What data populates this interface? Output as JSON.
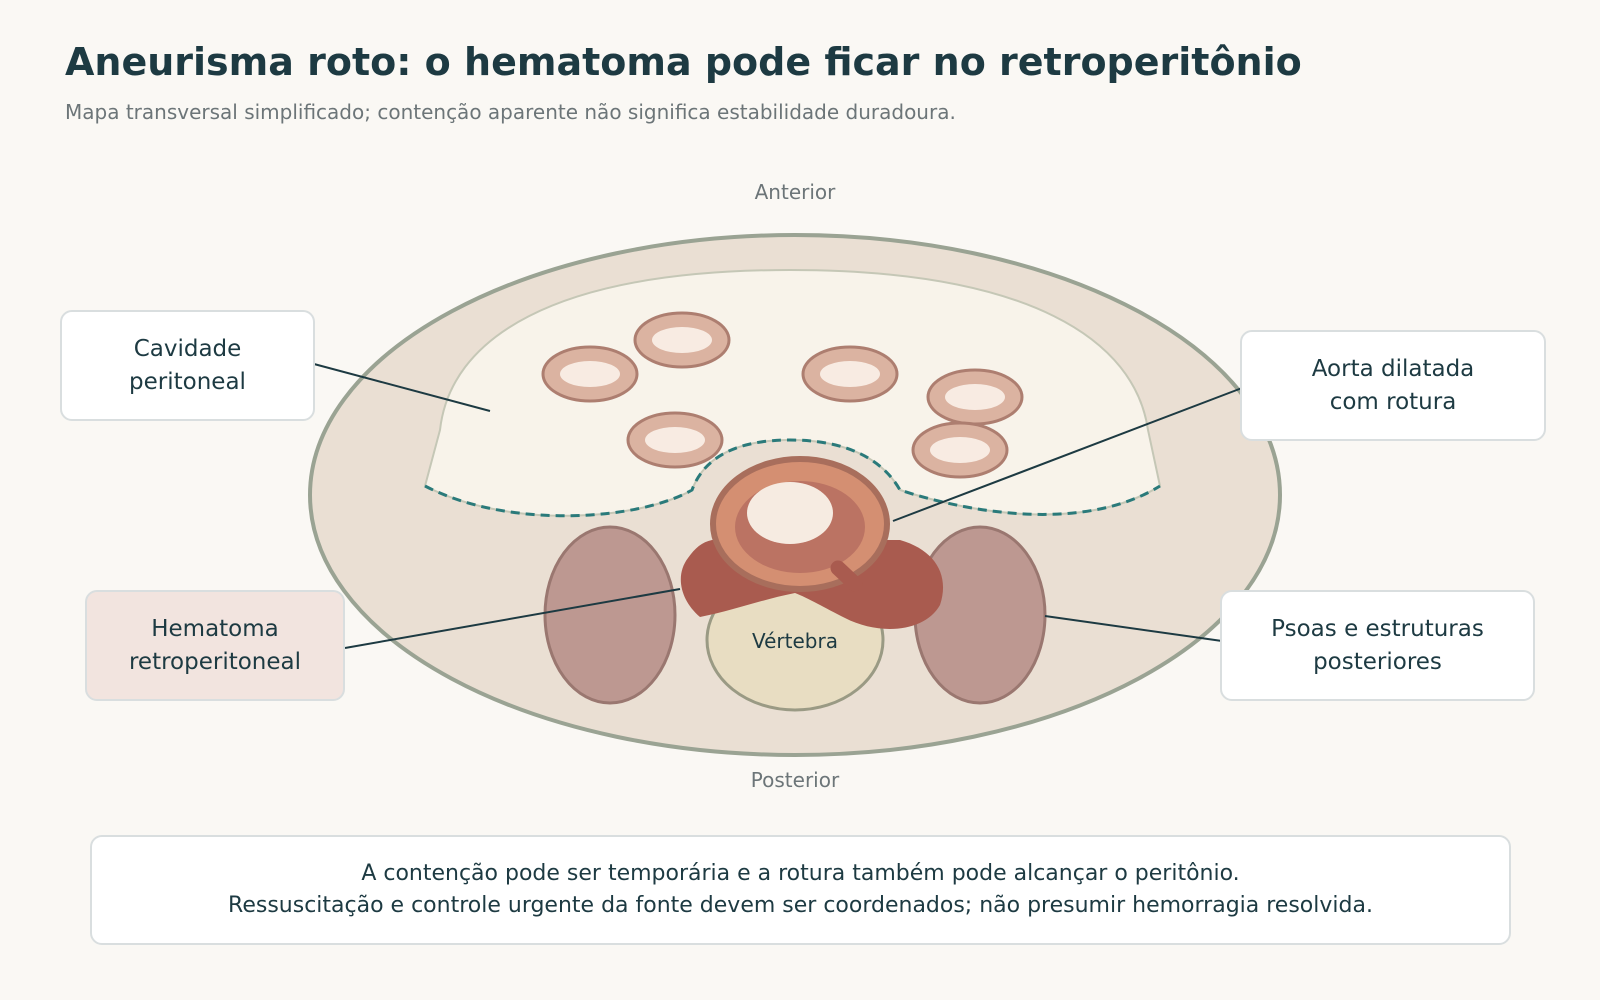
{
  "title": "Aneurisma roto: o hematoma pode ficar no retroperitônio",
  "subtitle": "Mapa transversal simplificado; contenção aparente não significa estabilidade duradoura.",
  "orientation": {
    "anterior": "Anterior",
    "posterior": "Posterior"
  },
  "structures": {
    "vertebra": "Vértebra"
  },
  "callouts": {
    "peritoneal": "Cavidade\nperitoneal",
    "aorta": "Aorta dilatada\ncom rotura",
    "hematoma": "Hematoma\nretroperitoneal",
    "psoas": "Psoas e estruturas\nposteriores"
  },
  "note": {
    "line1": "A contenção pode ser temporária e a rotura também pode alcançar o peritônio.",
    "line2": "Ressuscitação e controle urgente da fonte devem ser coordenados; não presumir hemorragia resolvida."
  },
  "colors": {
    "background": "#faf8f4",
    "body_wall": "#eadfd3",
    "peritoneal_cavity": "#f8f3ea",
    "bowel": "#dbb3a1",
    "aorta": "#d48f72",
    "hematoma": "#a95b4f",
    "psoas": "#bd9891",
    "vertebra": "#e8ddc2",
    "peritoneum_line": "#2a7a7a",
    "text_dark": "#1d3a42"
  }
}
